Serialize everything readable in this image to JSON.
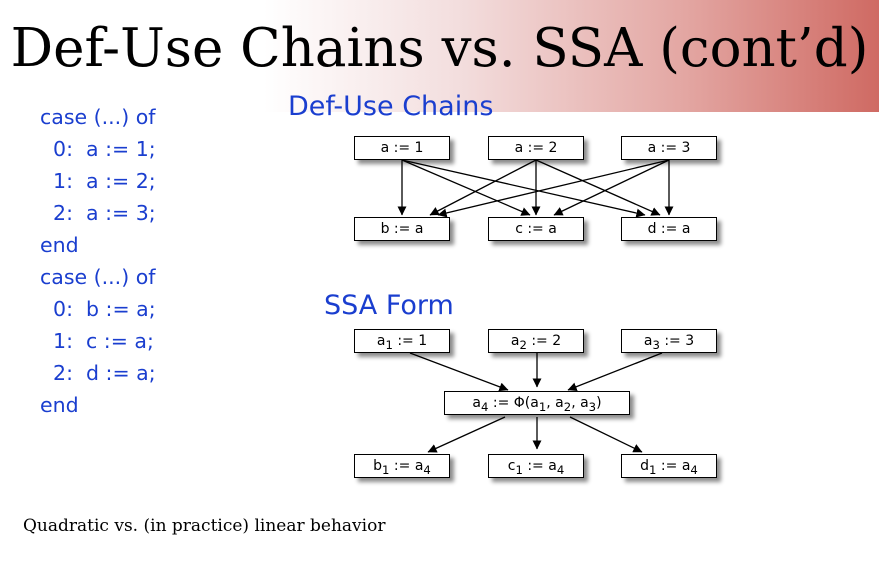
{
  "slide": {
    "title": "Def-Use Chains vs. SSA (cont’d)",
    "code_lines": [
      "case (...) of",
      "  0:  a := 1;",
      "  1:  a := 2;",
      "  2:  a := 3;",
      "end",
      "case (...) of",
      "  0:  b := a;",
      "  1:  c := a;",
      "  2:  d := a;",
      "end"
    ],
    "defuse_heading": "Def-Use Chains",
    "ssa_heading": "SSA Form",
    "footer": "Quadratic vs. (in practice) linear behavior"
  },
  "defuse": {
    "defs": [
      "a := 1",
      "a := 2",
      "a := 3"
    ],
    "uses": [
      "b := a",
      "c := a",
      "d := a"
    ]
  },
  "ssa": {
    "defs": [
      "a<sub>1</sub> := 1",
      "a<sub>2</sub> := 2",
      "a<sub>3</sub> := 3"
    ],
    "phi": "a<sub>4</sub> := Φ(a<sub>1</sub>, a<sub>2</sub>, a<sub>3</sub>)",
    "uses": [
      "b<sub>1</sub> := a<sub>4</sub>",
      "c<sub>1</sub> := a<sub>4</sub>",
      "d<sub>1</sub> := a<sub>4</sub>"
    ]
  }
}
